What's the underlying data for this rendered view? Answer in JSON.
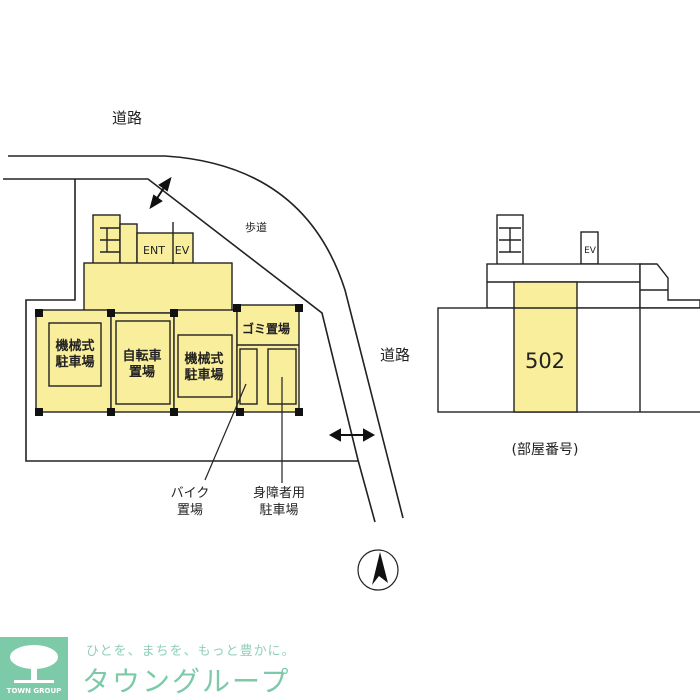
{
  "labels": {
    "road_top": "道路",
    "road_right": "道路",
    "sidewalk": "歩道",
    "entrance": "ENT",
    "elevator": "EV",
    "mech_parking_1": [
      "機械式",
      "駐車場"
    ],
    "bicycle_parking": [
      "自転車",
      "置場"
    ],
    "mech_parking_2": [
      "機械式",
      "駐車場"
    ],
    "garbage": "ゴミ置場",
    "bike_parking": [
      "バイク",
      "置場"
    ],
    "accessible_parking": [
      "身障者用",
      "駐車場"
    ]
  },
  "floor_plan": {
    "elevator": "EV",
    "room_number": "502",
    "caption": "(部屋番号)"
  },
  "logo": {
    "slogan": "ひとを、まちを、もっと豊かに。",
    "brand": "タウングループ",
    "brand_en": "TOWN GROUP"
  },
  "colors": {
    "highlight": "#f8ee9c",
    "logo": "#7ccaa8"
  }
}
